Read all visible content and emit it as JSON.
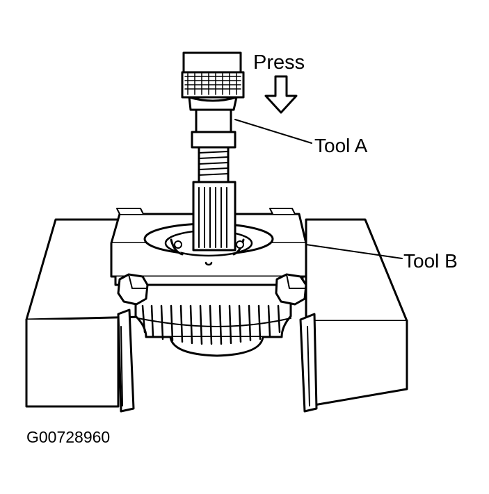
{
  "labels": {
    "press": "Press",
    "tool_a": "Tool A",
    "tool_b": "Tool B",
    "figure_id": "G00728960"
  },
  "colors": {
    "ink": "#000000",
    "paper": "#ffffff"
  },
  "icons": {
    "press_direction": "arrow-down-icon"
  }
}
